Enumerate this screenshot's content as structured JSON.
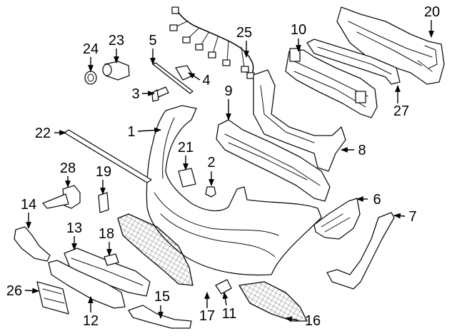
{
  "diagram": {
    "callouts": [
      "1",
      "2",
      "3",
      "4",
      "5",
      "6",
      "7",
      "8",
      "9",
      "10",
      "11",
      "12",
      "13",
      "14",
      "15",
      "16",
      "17",
      "18",
      "19",
      "20",
      "21",
      "22",
      "23",
      "24",
      "25",
      "26",
      "27",
      "28"
    ]
  },
  "colors": {
    "line": "#111111",
    "background": "#ffffff"
  }
}
